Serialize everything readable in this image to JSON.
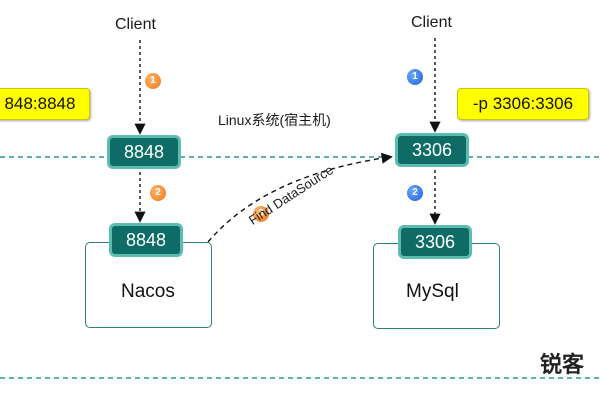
{
  "clients": {
    "left": "Client",
    "right": "Client"
  },
  "host_label": "Linux系统(宿主机)",
  "ports": {
    "host_nacos": "8848",
    "container_nacos": "8848",
    "host_mysql": "3306",
    "container_mysql": "3306"
  },
  "containers": {
    "nacos": "Nacos",
    "mysql": "MySql"
  },
  "notes": {
    "left": "848:8848",
    "right": "-p 3306:3306"
  },
  "steps": {
    "orange": [
      "1",
      "2",
      "3"
    ],
    "blue": [
      "1",
      "2"
    ]
  },
  "find_datasource": "Find DataSource",
  "watermark": "锐客",
  "colors": {
    "port_fill": "#0e6b65",
    "port_border": "#5bbcb0",
    "container_border": "#2f7f7a",
    "boundary_line": "#2c9a92",
    "note_fill": "#ffff00",
    "step_orange": "#ee7a14",
    "step_blue": "#1f5fd6"
  }
}
